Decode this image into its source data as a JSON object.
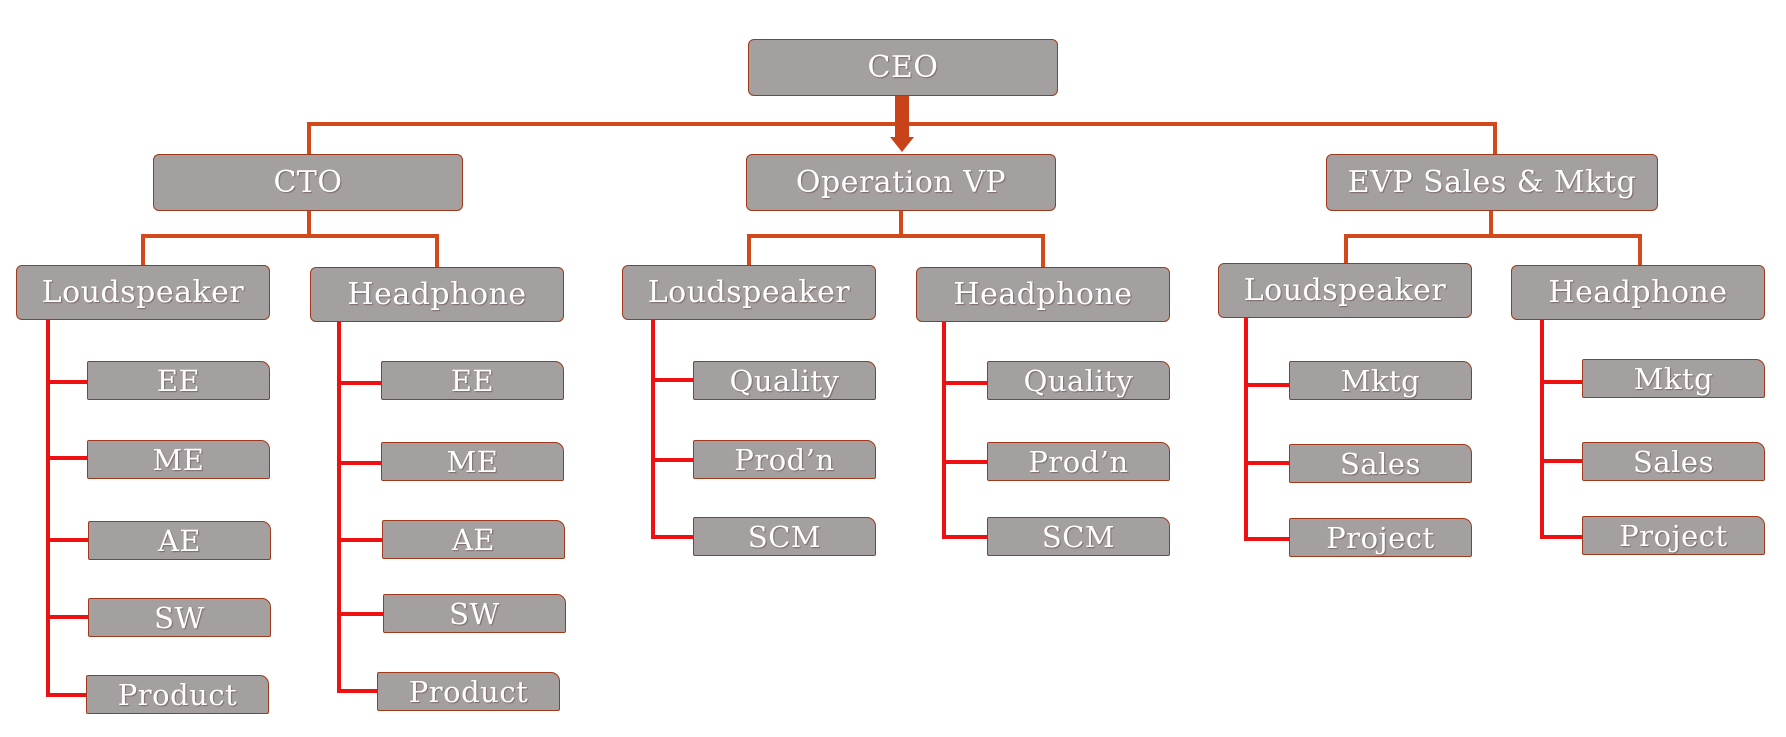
{
  "colors": {
    "box_fill": "#a5a0a0",
    "box_border": "#a0391c",
    "connector_top": "#d24a1c",
    "connector_leaf": "#ee1111",
    "arrow": "#c8431a",
    "text": "#ffffff"
  },
  "ceo": {
    "label": "CEO"
  },
  "divisions": [
    {
      "label": "CTO",
      "groups": [
        {
          "label": "Loudspeaker",
          "children": [
            "EE",
            "ME",
            "AE",
            "SW",
            "Product"
          ]
        },
        {
          "label": "Headphone",
          "children": [
            "EE",
            "ME",
            "AE",
            "SW",
            "Product"
          ]
        }
      ]
    },
    {
      "label": "Operation VP",
      "groups": [
        {
          "label": "Loudspeaker",
          "children": [
            "Quality",
            "Prod’n",
            "SCM"
          ]
        },
        {
          "label": "Headphone",
          "children": [
            "Quality",
            "Prod’n",
            "SCM"
          ]
        }
      ]
    },
    {
      "label": "EVP Sales & Mktg",
      "groups": [
        {
          "label": "Loudspeaker",
          "children": [
            "Mktg",
            "Sales",
            "Project"
          ]
        },
        {
          "label": "Headphone",
          "children": [
            "Mktg",
            "Sales",
            "Project"
          ]
        }
      ]
    }
  ]
}
